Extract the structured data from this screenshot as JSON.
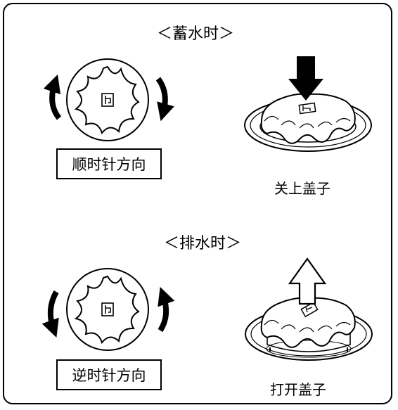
{
  "fill_section": {
    "title": "＜蓄水时＞",
    "direction_label": "顺时针方向",
    "action_caption": "关上盖子"
  },
  "drain_section": {
    "title": "＜排水时＞",
    "direction_label": "逆时针方向",
    "action_caption": "打开盖子"
  },
  "icons": {
    "knob": "star-knob-icon",
    "arrow_down": "down-arrow-icon",
    "arrow_up": "up-arrow-icon"
  }
}
